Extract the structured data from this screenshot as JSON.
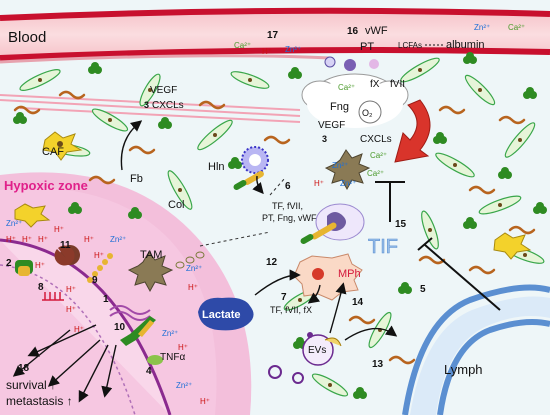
{
  "labels": {
    "blood": "Blood",
    "vwf_top": "vWF",
    "pt_top": "PT",
    "albumin": "albumin",
    "lcfas": "LCFAs",
    "fx_top": "fX",
    "fvii_top": "fVII",
    "fng": "Fng",
    "o2": "O₂",
    "vegf_left": "VEGF",
    "cxcls_left": "CXCLs",
    "vegf_mid": "VEGF",
    "cxcls_mid": "CXCLs",
    "caf": "CAF",
    "hypoxic_zone": "Hypoxic zone",
    "fb": "Fb",
    "hln": "Hln",
    "col": "Col",
    "tam": "TAM",
    "tf_list_top": "TF, fVII,",
    "tf_list_bottom": "PT, Fng, vWF",
    "tif": "TIF",
    "lactate": "Lactate",
    "mph": "MPh",
    "tf_fvii_fx": "TF, fVII, fX",
    "evs": "EVs",
    "lymph": "Lymph",
    "tnf": "TNFα",
    "survival": "survival ↑",
    "metastasis": "metastasis ↑"
  },
  "ions": {
    "zn": "Zn²⁺",
    "ca": "Ca²⁺",
    "h": "H⁺"
  },
  "numbers": {
    "n1": "1",
    "n2": "2",
    "n3a": "3",
    "n3b": "3",
    "n4": "4",
    "n5": "5",
    "n6": "6",
    "n7": "7",
    "n8": "8",
    "n9": "9",
    "n10": "10",
    "n11": "11",
    "n12": "12",
    "n13": "13",
    "n14": "14",
    "n15": "15",
    "n16": "16",
    "n17": "17",
    "n18": "18"
  },
  "colors": {
    "blood_outer": "#c8102e",
    "blood_inner": "#f9c6cc",
    "tissue_bg": "#eaf4f7",
    "hypoxic": "#f4b6d8",
    "hypoxic_text": "#e0208a",
    "tif_text": "#8fb8e6",
    "lymph": "#5b8fd1",
    "zn_text": "#1d6fd6",
    "ca_text": "#4a9a2a",
    "h_text": "#cc1111",
    "cell_green": "#2e8b22",
    "fiber_brown": "#b8641e"
  }
}
